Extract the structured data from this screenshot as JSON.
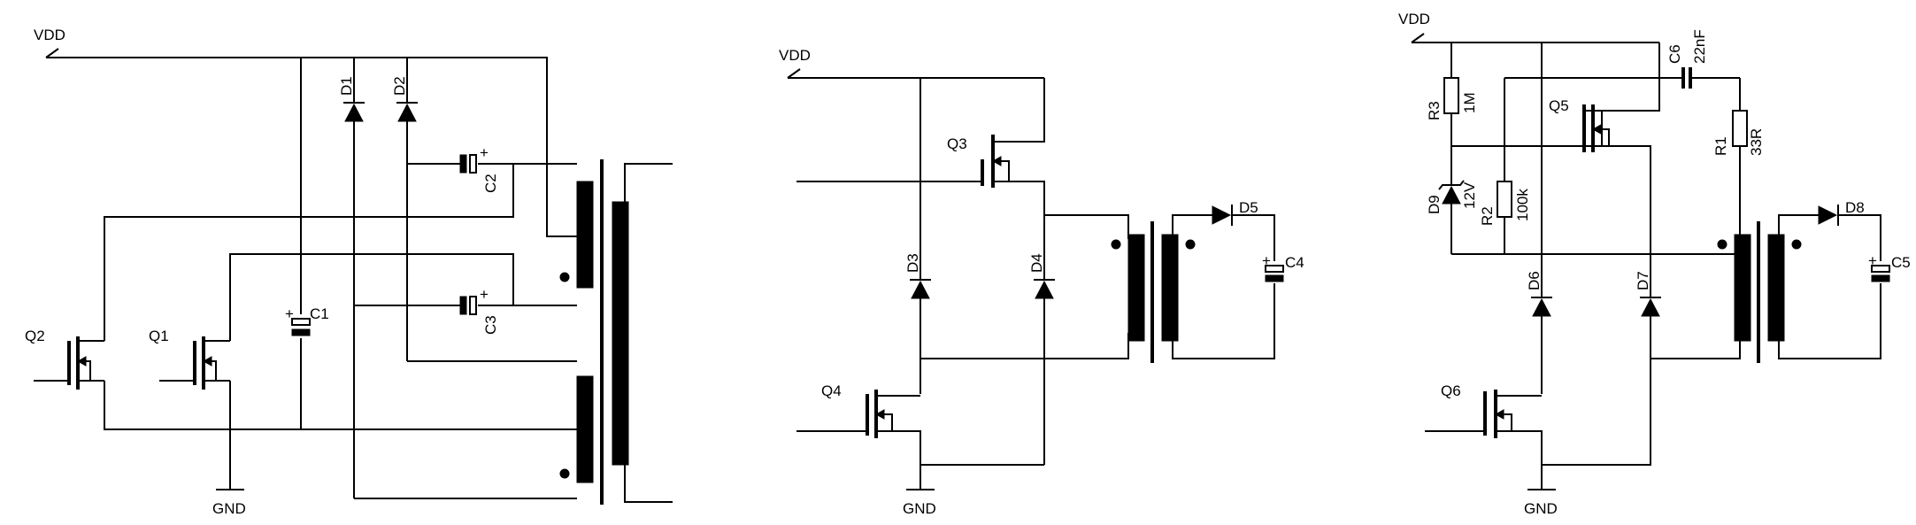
{
  "nets": {
    "vdd": "VDD",
    "gnd": "GND"
  },
  "circuit1": {
    "q1": "Q1",
    "q2": "Q2",
    "c1": "C1",
    "c2": "C2",
    "c3": "C3",
    "d1": "D1",
    "d2": "D2",
    "plus": "+"
  },
  "circuit2": {
    "q3": "Q3",
    "q4": "Q4",
    "d3": "D3",
    "d4": "D4",
    "d5": "D5",
    "c4": "C4",
    "plus": "+"
  },
  "circuit3": {
    "q5": "Q5",
    "q6": "Q6",
    "r1": "R1",
    "r1_value": "33R",
    "r2": "R2",
    "r2_value": "100k",
    "r3": "R3",
    "r3_value": "1M",
    "d6": "D6",
    "d7": "D7",
    "d8": "D8",
    "d9": "D9",
    "d9_value": "12V",
    "c5": "C5",
    "c6": "C6",
    "c6_value": "22nF",
    "plus": "+"
  }
}
